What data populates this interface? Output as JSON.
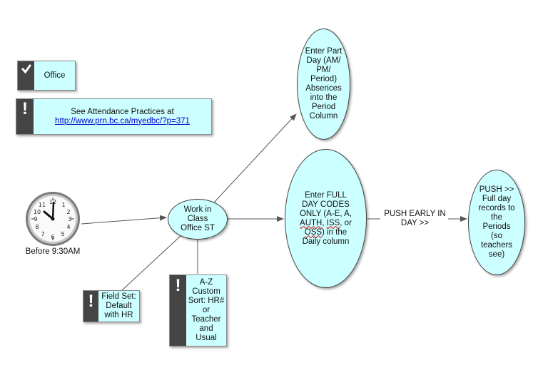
{
  "office_card": {
    "icon": "checkmark-icon",
    "label": "Office"
  },
  "attendance_card": {
    "icon": "exclamation-icon",
    "text": "See Attendance Practices at",
    "link": "http://www.prn.bc.ca/myedbc/?p=371"
  },
  "clock": {
    "icon": "clock-icon",
    "label": "Before 9:30AM"
  },
  "work_node": {
    "lines": [
      "Work in",
      "Class",
      "Office ST"
    ]
  },
  "part_day_node": {
    "lines": [
      "Enter Part",
      "Day (AM/",
      "PM/",
      "Period)",
      "Absences",
      "into the",
      "Period",
      "Column"
    ]
  },
  "full_day_node": {
    "line1": "Enter FULL",
    "line2": "DAY CODES",
    "line3": "ONLY (A-E, A,",
    "w_auth": "AUTH",
    "sep1": ", ",
    "w_iss": "ISS",
    "sep2": ", or",
    "w_oss": "OSS",
    "line5_rest": ") in the",
    "line6": "Daily column"
  },
  "push_early_label": {
    "lines": [
      "PUSH EARLY IN",
      "DAY >>"
    ]
  },
  "push_node": {
    "lines": [
      "PUSH >>",
      "Full day",
      "records to",
      "the",
      "Periods",
      "(so",
      "teachers",
      "see)"
    ]
  },
  "field_set_card": {
    "icon": "exclamation-icon",
    "lines": [
      "Field Set:",
      "Default",
      "with HR"
    ]
  },
  "sort_card": {
    "icon": "exclamation-icon",
    "lines": [
      "A-Z",
      "Custom",
      "Sort: HR#",
      "or",
      "Teacher",
      "and",
      "Usual"
    ]
  },
  "colors": {
    "fill": "#ccffff",
    "strip": "#444444",
    "link": "#0000cc",
    "line": "#555555"
  }
}
